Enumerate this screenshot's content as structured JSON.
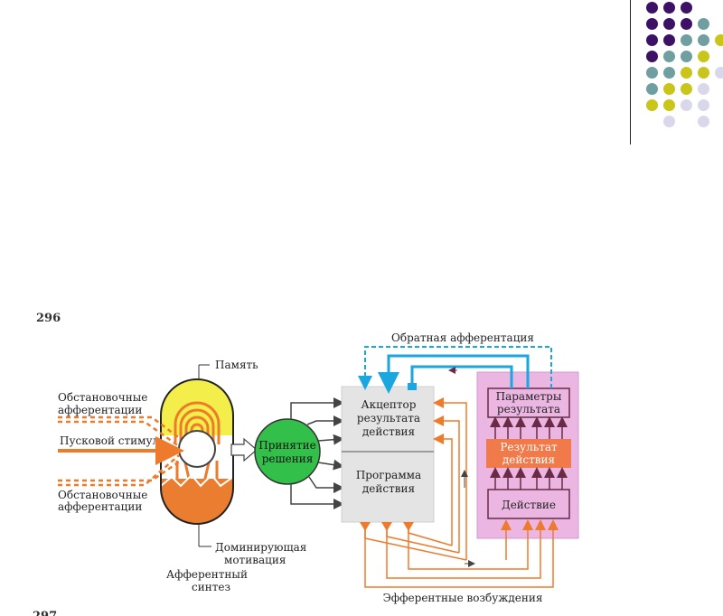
{
  "decoration": {
    "dot_colors": {
      "purple": "#3d1266",
      "teal": "#6f9fa1",
      "yellow": "#c9c51a",
      "lavender": "#d8d8ea"
    }
  },
  "diagram": {
    "page_marks": {
      "top": "296",
      "bottom": "297"
    },
    "labels": {
      "memory": "Память",
      "situational_top_1": "Обстановочные",
      "situational_top_2": "афферентации",
      "trigger": "Пусковой стимул",
      "situational_bottom_1": "Обстановочные",
      "situational_bottom_2": "афферентации",
      "dominant_1": "Доминирующая",
      "dominant_2": "мотивация",
      "afferent_1": "Афферентный",
      "afferent_2": "синтез",
      "decision_1": "Принятие",
      "decision_2": "решения",
      "acceptor_1": "Акцептор",
      "acceptor_2": "результата",
      "acceptor_3": "действия",
      "program_1": "Программа",
      "program_2": "действия",
      "params_1": "Параметры",
      "params_2": "результата",
      "result_1": "Результат",
      "result_2": "действия",
      "action": "Действие",
      "feedback": "Обратная афферентация",
      "efferent": "Эфферентные возбуждения"
    },
    "colors": {
      "orange": "#ee7b2c",
      "yellow_fill": "#f3ee4a",
      "green": "#33c04a",
      "gray_box": "#e4e4e4",
      "pink_panel": "#ecb6e2",
      "cyan": "#1aa6de",
      "dark": "#5a2030",
      "result_fill": "#f07a4a"
    }
  }
}
